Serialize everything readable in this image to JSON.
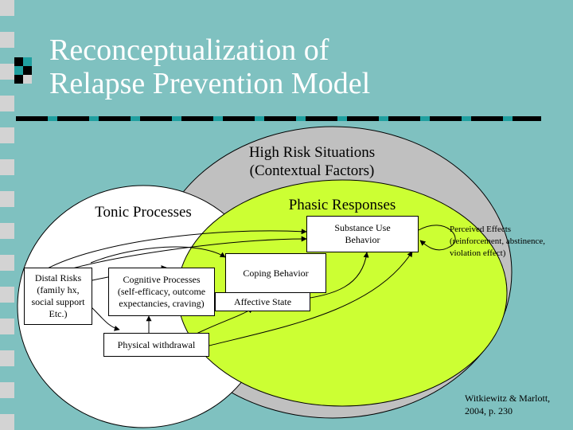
{
  "title": {
    "line1": "Reconceptualization of",
    "line2": "Relapse Prevention Model"
  },
  "colors": {
    "background": "#7fc1c0",
    "outer_ellipse": "#c0c0c0",
    "phasic_circle": "#ccff33",
    "tonic_circle": "#ffffff"
  },
  "regions": {
    "high_risk_line1": "High Risk Situations",
    "high_risk_line2": "(Contextual Factors)",
    "phasic": "Phasic Responses",
    "tonic": "Tonic Processes"
  },
  "boxes": {
    "substance_use": [
      "Substance Use",
      "Behavior"
    ],
    "coping": "Coping Behavior",
    "affective": "Affective State",
    "cognitive": [
      "Cognitive Processes",
      "(self-efficacy, outcome",
      "expectancies, craving)"
    ],
    "distal": [
      "Distal Risks",
      "(family hx,",
      "social support",
      "Etc.)"
    ],
    "physical": "Physical withdrawal"
  },
  "perceived": [
    "Perceived Effects",
    "(reinforcement, abstinence,",
    "violation effect)"
  ],
  "citation": [
    "Witkiewitz & Marlott,",
    "2004, p. 230"
  ]
}
